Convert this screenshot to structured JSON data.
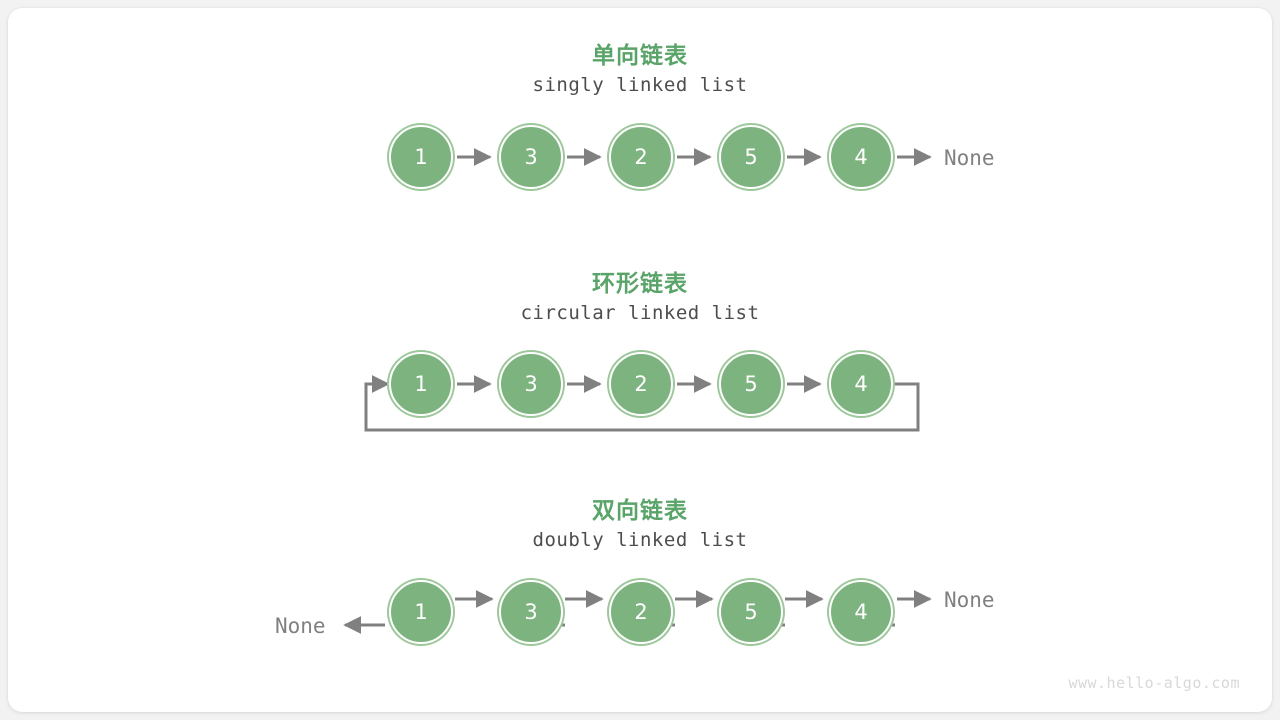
{
  "figure": {
    "background_color": "#f2f2f2",
    "card_color": "#ffffff",
    "node_fill": "#7db37f",
    "node_ring": "#9dc89b",
    "arrow_color": "#808080",
    "title_color": "#5aa469",
    "subtitle_color": "#4d4d4d",
    "watermark": "www.hello-algo.com"
  },
  "sections": [
    {
      "id": "singly",
      "title": "单向链表",
      "subtitle": "singly linked list",
      "nodes": [
        "1",
        "3",
        "2",
        "5",
        "4"
      ],
      "head_terminator": null,
      "tail_terminator": "None",
      "direction": "forward"
    },
    {
      "id": "circular",
      "title": "环形链表",
      "subtitle": "circular linked list",
      "nodes": [
        "1",
        "3",
        "2",
        "5",
        "4"
      ],
      "head_terminator": null,
      "tail_terminator": null,
      "direction": "forward-loop"
    },
    {
      "id": "doubly",
      "title": "双向链表",
      "subtitle": "doubly linked list",
      "nodes": [
        "1",
        "3",
        "2",
        "5",
        "4"
      ],
      "head_terminator": "None",
      "tail_terminator": "None",
      "direction": "bidirectional"
    }
  ]
}
